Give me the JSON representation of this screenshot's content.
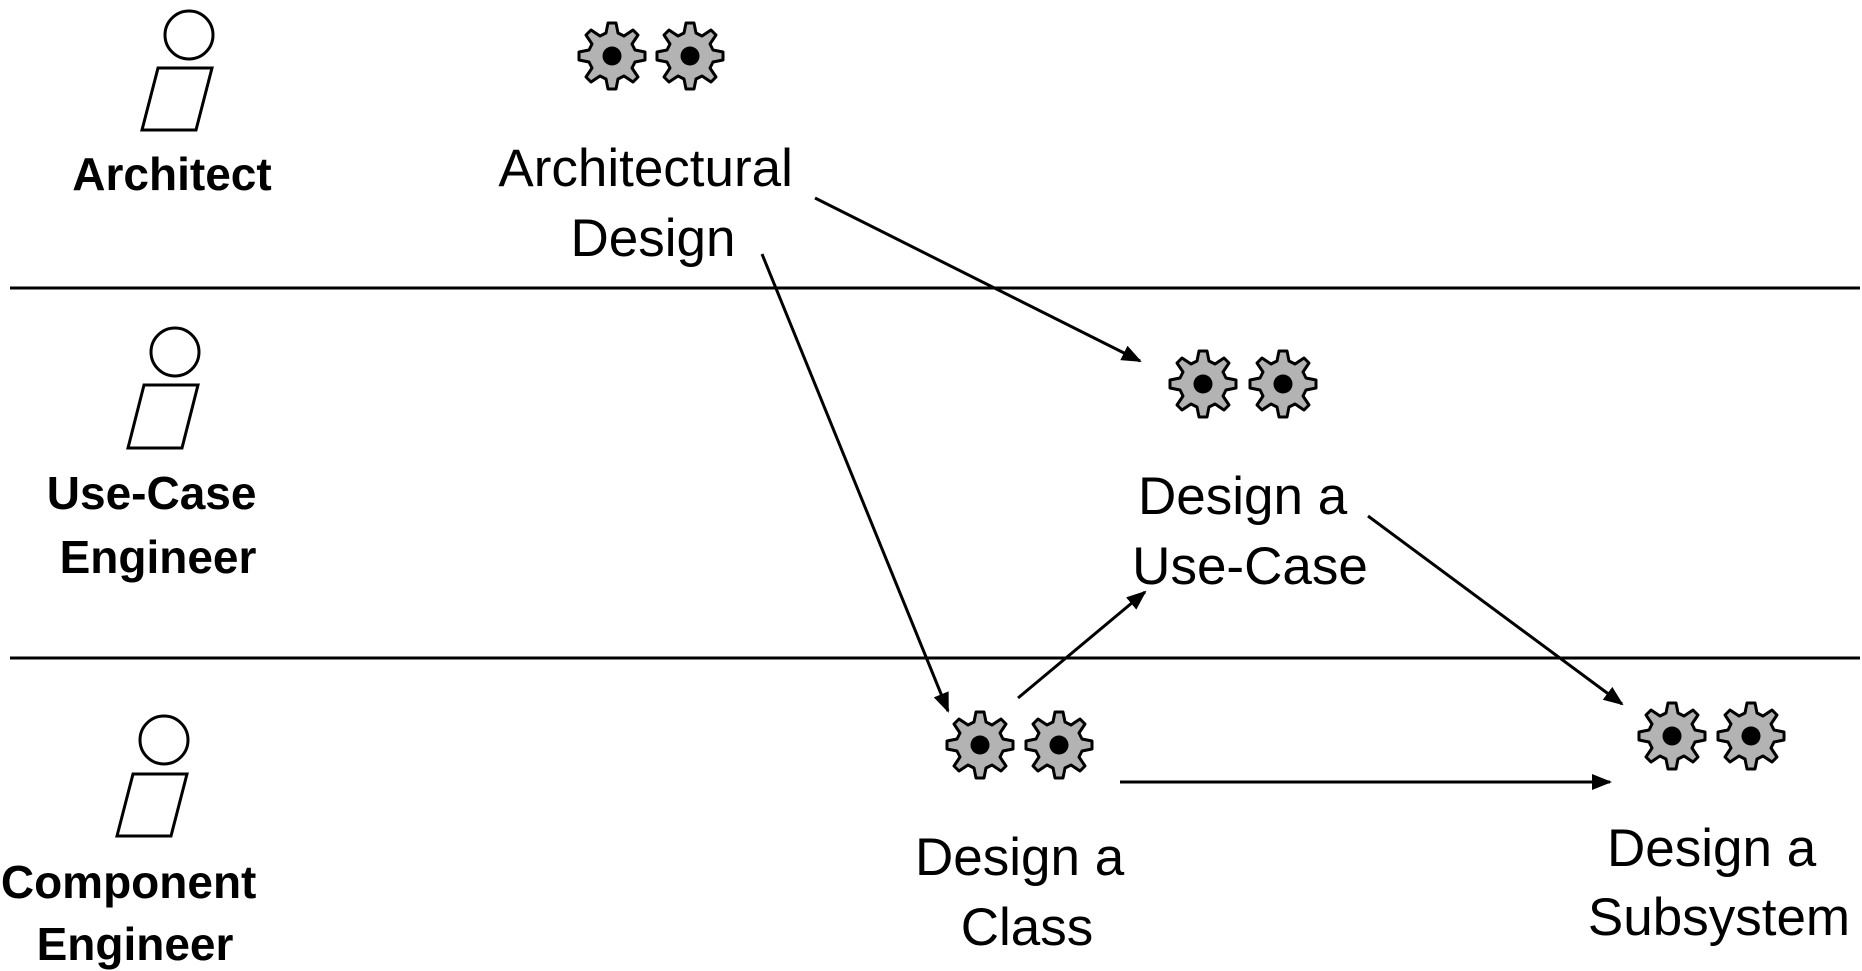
{
  "colors": {
    "gear_fill": "#b3b3b3",
    "outline": "#000000",
    "background": "#ffffff"
  },
  "roles": [
    {
      "id": "architect",
      "icon": "worker-icon",
      "lines": [
        "Architect"
      ]
    },
    {
      "id": "use-case-engineer",
      "icon": "worker-icon",
      "lines": [
        "Use-Case",
        "Engineer"
      ]
    },
    {
      "id": "component-engineer",
      "icon": "worker-icon",
      "lines": [
        "Component",
        "Engineer"
      ]
    }
  ],
  "activities": [
    {
      "id": "architectural-design",
      "icon": "gears-icon",
      "lines": [
        "Architectural",
        "Design"
      ]
    },
    {
      "id": "design-use-case",
      "icon": "gears-icon",
      "lines": [
        "Design a",
        "Use-Case"
      ]
    },
    {
      "id": "design-class",
      "icon": "gears-icon",
      "lines": [
        "Design a",
        "Class"
      ]
    },
    {
      "id": "design-subsystem",
      "icon": "gears-icon",
      "lines": [
        "Design a",
        "Subsystem"
      ]
    }
  ],
  "flows": [
    {
      "from": "architectural-design",
      "to": "design-use-case"
    },
    {
      "from": "architectural-design",
      "to": "design-class"
    },
    {
      "from": "design-class",
      "to": "design-use-case"
    },
    {
      "from": "design-use-case",
      "to": "design-subsystem"
    },
    {
      "from": "design-class",
      "to": "design-subsystem"
    }
  ]
}
